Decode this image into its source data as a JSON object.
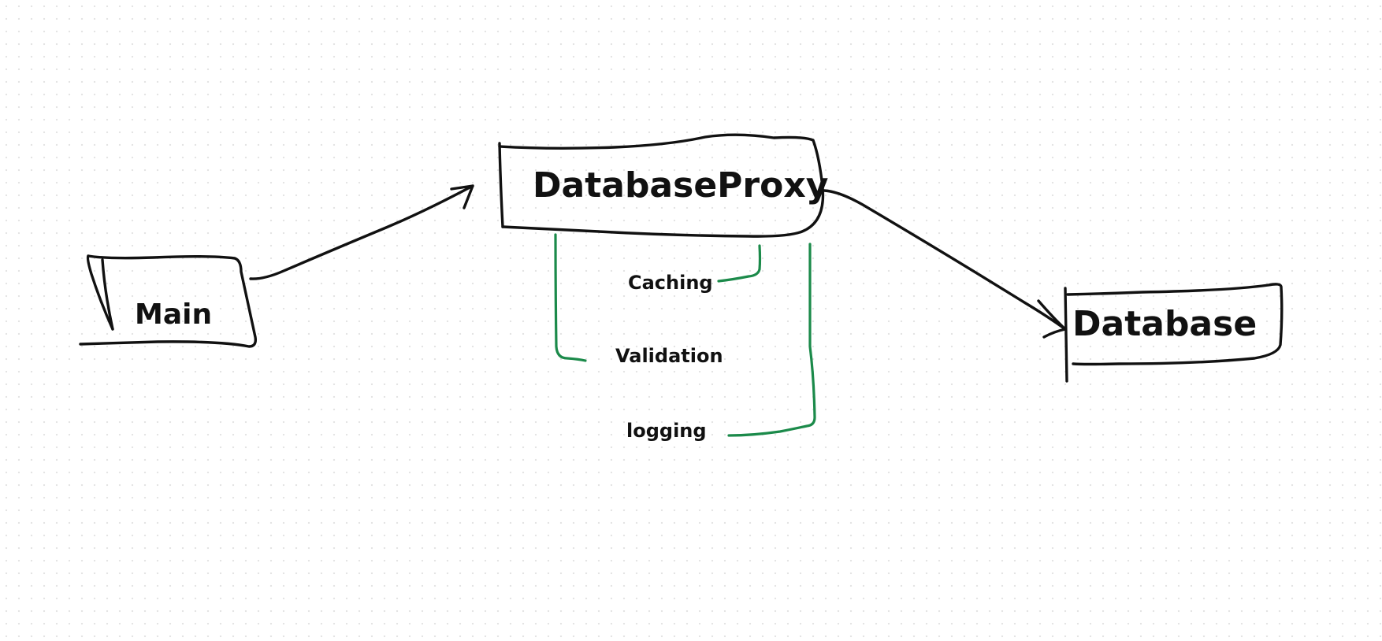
{
  "nodes": {
    "main": {
      "label": "Main"
    },
    "proxy": {
      "label": "DatabaseProxy"
    },
    "database": {
      "label": "Database"
    }
  },
  "proxy_features": {
    "caching": "Caching",
    "validation": "Validation",
    "logging": "logging"
  },
  "colors": {
    "stroke": "#111111",
    "feature_bracket": "#1b8a4a"
  }
}
